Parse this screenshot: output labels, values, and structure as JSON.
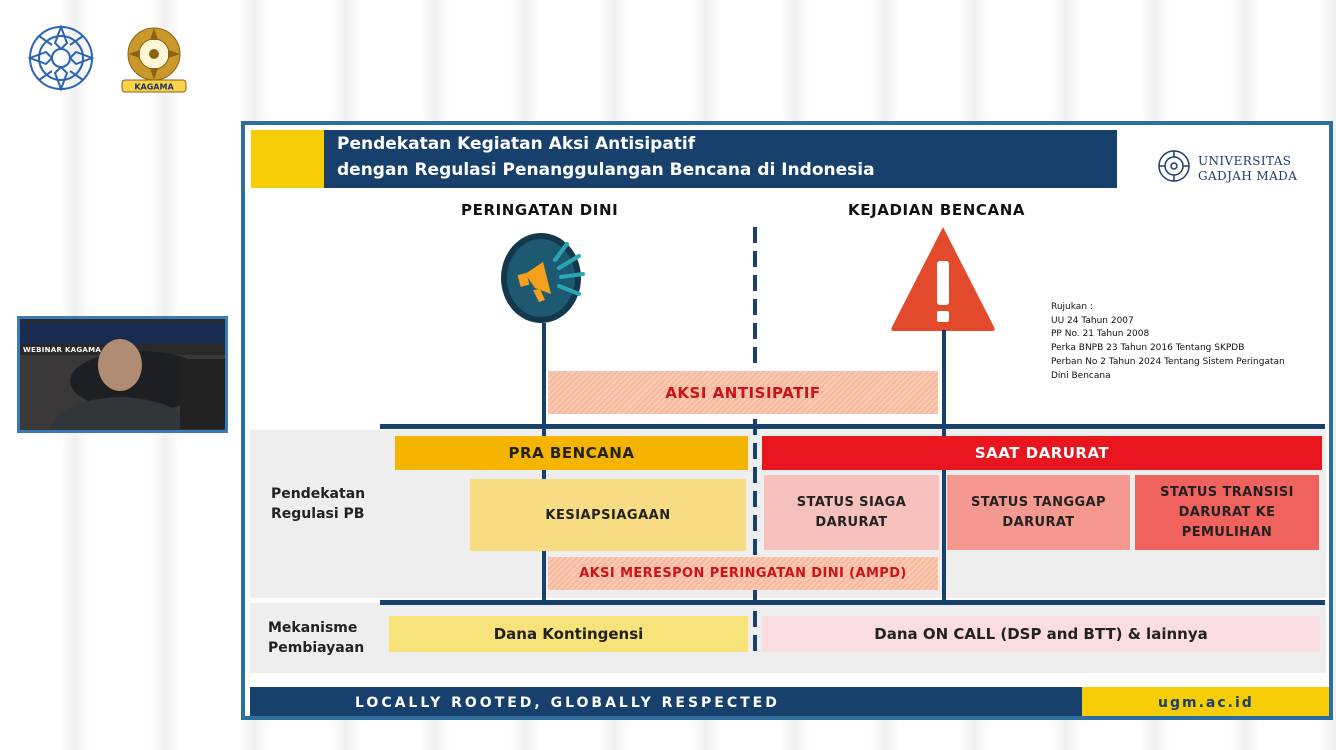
{
  "meeting": {
    "host_logo_text": "KAGAMA",
    "webcam_banner_text": "WEBINAR KAGAMA PR"
  },
  "slide": {
    "title_line1": "Pendekatan Kegiatan Aksi Antisipatif",
    "title_line2": "dengan Regulasi Penanggulangan Bencana di Indonesia",
    "university_line1": "UNIVERSITAS",
    "university_line2": "GADJAH MADA",
    "peringatan_heading": "PERINGATAN DINI",
    "kejadian_heading": "KEJADIAN BENCANA",
    "rujukan": {
      "title": "Rujukan :",
      "items": [
        "UU 24 Tahun 2007",
        "PP No. 21 Tahun 2008",
        "Perka BNPB 23 Tahun 2016 Tentang SKPDB",
        "Perban No 2 Tahun 2024 Tentang Sistem Peringatan",
        "Dini Bencana"
      ]
    },
    "aksi_antisipatif": "AKSI ANTISIPATIF",
    "pra_bencana": "PRA BENCANA",
    "saat_darurat": "SAAT DARURAT",
    "pendekatan_label_line1": "Pendekatan",
    "pendekatan_label_line2": "Regulasi PB",
    "kesiapsiagaan": "KESIAPSIAGAAN",
    "status_siaga": [
      "STATUS SIAGA",
      "DARURAT"
    ],
    "status_tanggap": [
      "STATUS TANGGAP",
      "DARURAT"
    ],
    "status_transisi": [
      "STATUS TRANSISI",
      "DARURAT KE",
      "PEMULIHAN"
    ],
    "ampd": "AKSI MERESPON PERINGATAN DINI (AMPD)",
    "mekanisme_label_line1": "Mekanisme",
    "mekanisme_label_line2": "Pembiayaan",
    "dana_kontingensi": "Dana Kontingensi",
    "dana_on_call": "Dana ON CALL (DSP and BTT) & lainnya",
    "footer_slogan": "LOCALLY ROOTED, GLOBALLY RESPECTED",
    "footer_url": "ugm.ac.id"
  },
  "colors": {
    "navy": "#17406d",
    "yellow": "#f7cd07",
    "orange_bar": "#f5b400",
    "red_bar": "#e8151f",
    "warning_red": "#e24a2b"
  }
}
